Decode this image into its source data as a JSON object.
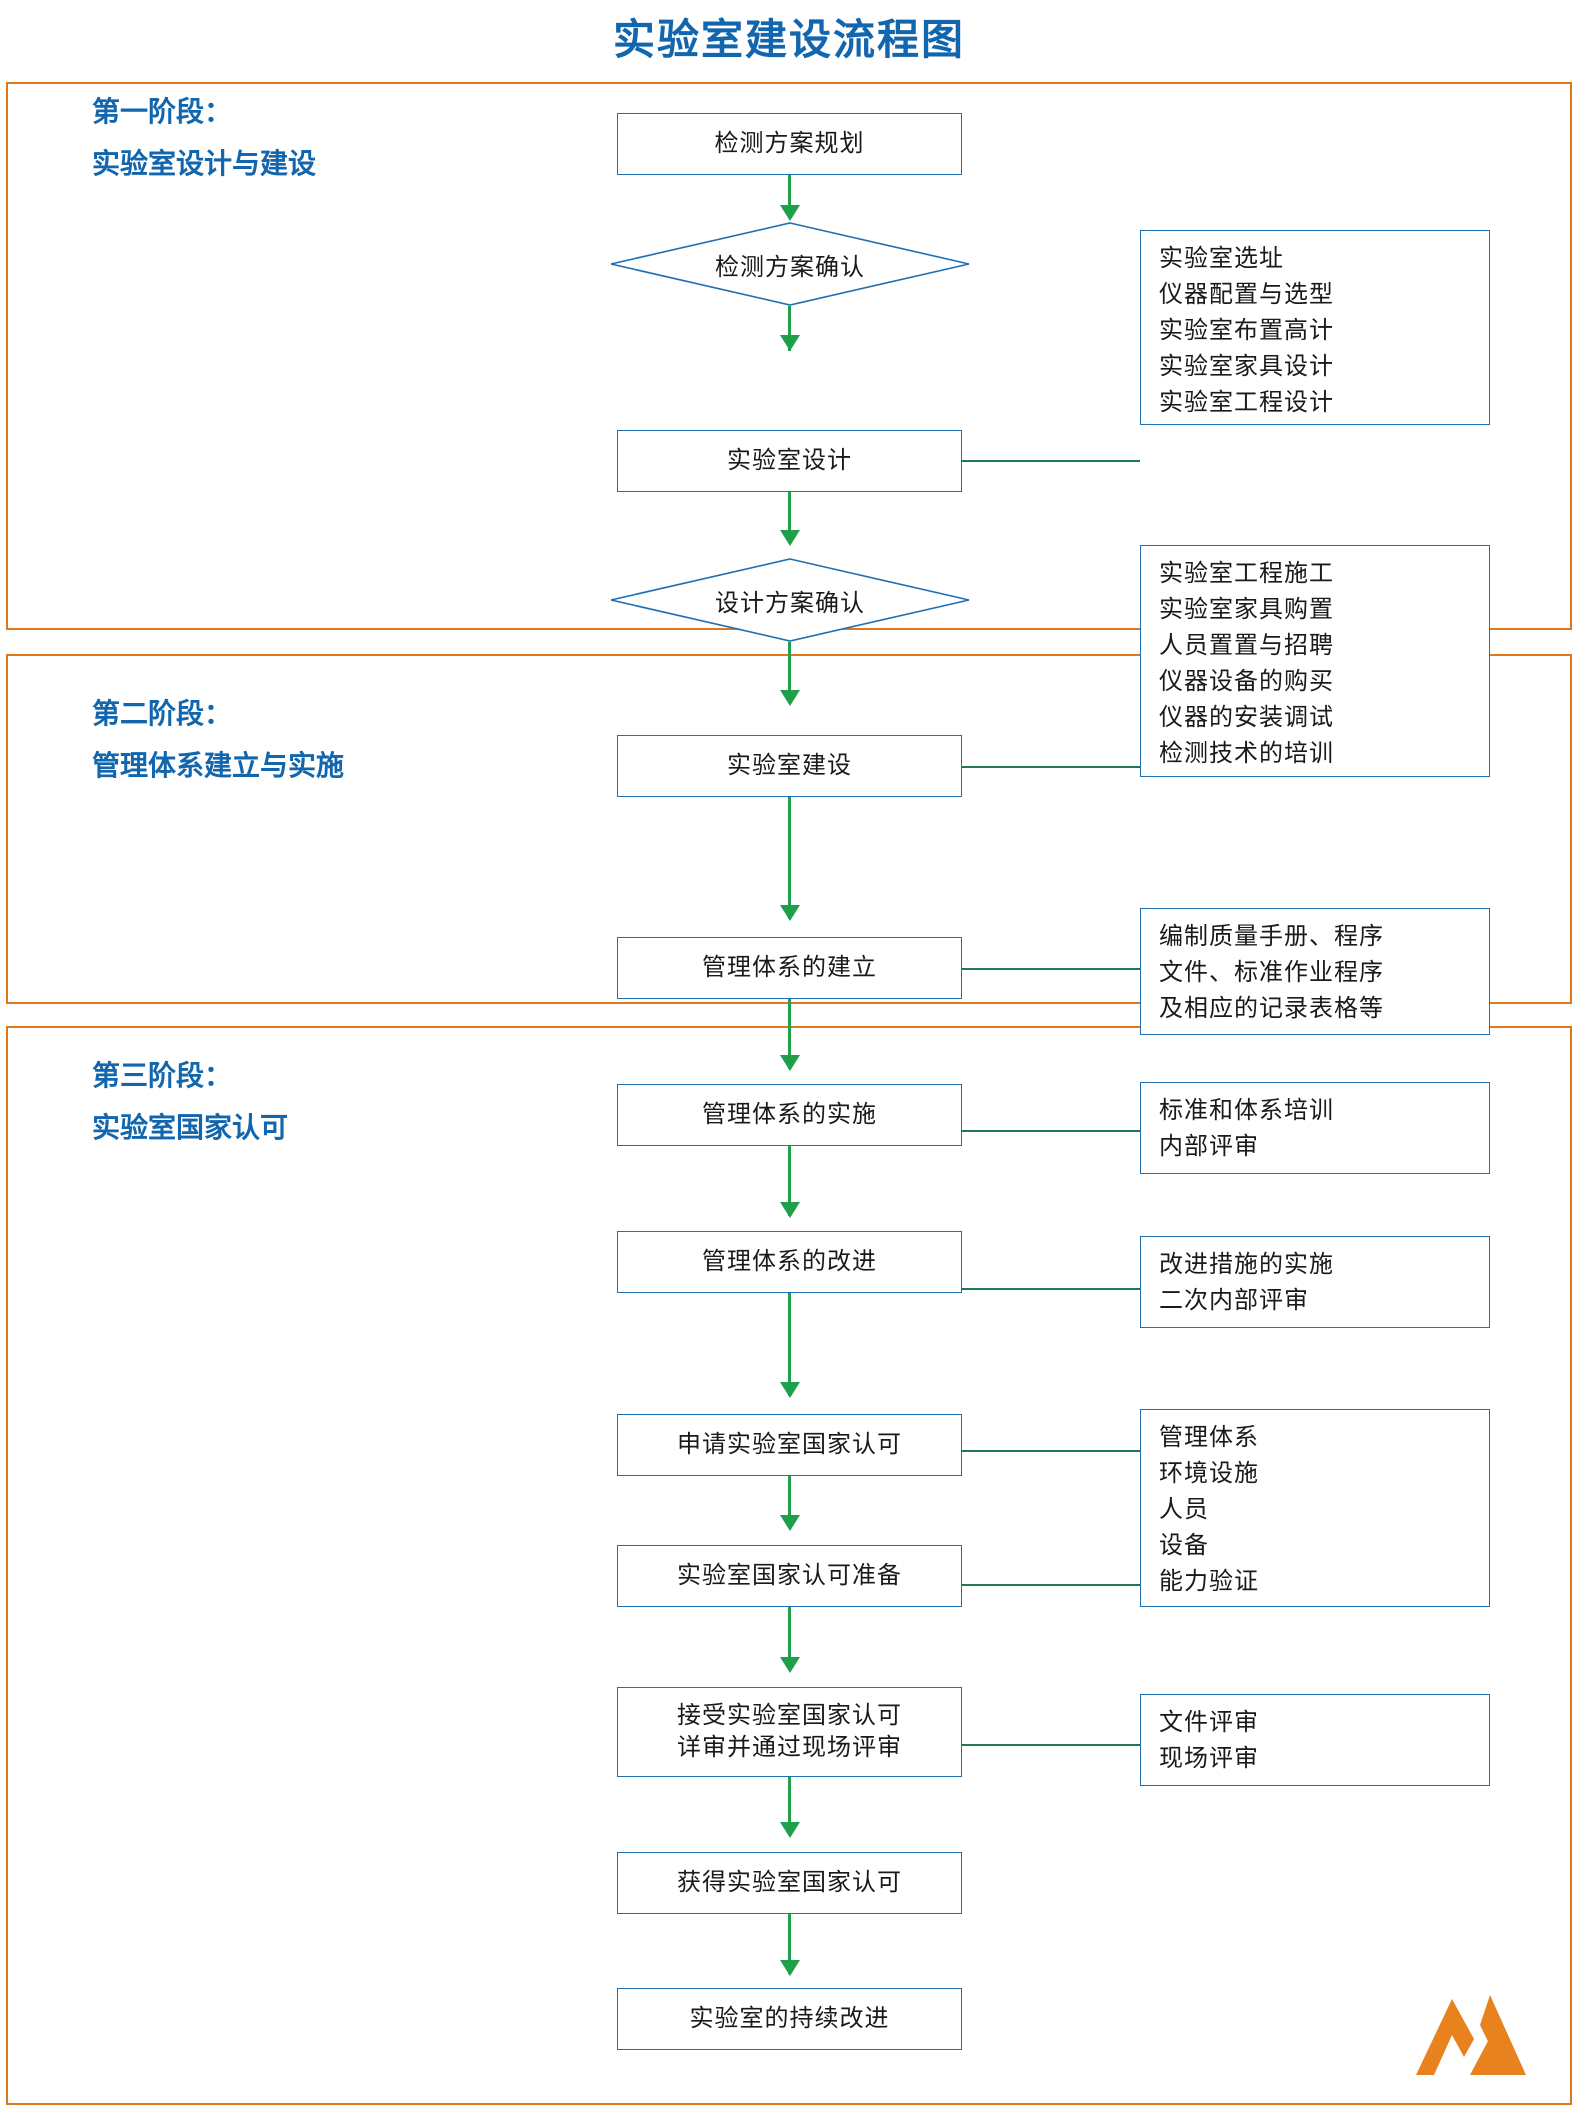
{
  "title": "实验室建设流程图",
  "colors": {
    "title_blue": "#1266AE",
    "frame_orange": "#E2761B",
    "node_border_blue": "#1F6FB2",
    "arrow_green": "#22A04A",
    "connector_green": "#1F7A4D",
    "logo_orange": "#E8821E"
  },
  "stages": [
    {
      "id": "stage-1",
      "label_line1": "第一阶段：",
      "label_line2": "实验室设计与建设"
    },
    {
      "id": "stage-2",
      "label_line1": "第二阶段：",
      "label_line2": "管理体系建立与实施"
    },
    {
      "id": "stage-3",
      "label_line1": "第三阶段：",
      "label_line2": "实验室国家认可"
    }
  ],
  "nodes": {
    "n1": "检测方案规划",
    "n2": "检测方案确认",
    "n3": "实验室设计",
    "n4": "设计方案确认",
    "n5": "实验室建设",
    "n6": "管理体系的建立",
    "n7": "管理体系的实施",
    "n8": "管理体系的改进",
    "n9": "申请实验室国家认可",
    "n10": "实验室国家认可准备",
    "n11_line1": "接受实验室国家认可",
    "n11_line2": "详审并通过现场评审",
    "n12": "获得实验室国家认可",
    "n13": "实验室的持续改进"
  },
  "notes": {
    "note1": [
      "实验室选址",
      "仪器配置与选型",
      "实验室布置高计",
      "实验室家具设计",
      "实验室工程设计"
    ],
    "note2": [
      "实验室工程施工",
      "实验室家具购置",
      "人员置置与招聘",
      "仪器设备的购买",
      "仪器的安装调试",
      "检测技术的培训"
    ],
    "note3": [
      "编制质量手册、程序",
      "文件、标准作业程序",
      "及相应的记录表格等"
    ],
    "note4": [
      "标准和体系培训",
      "内部评审"
    ],
    "note5": [
      "改进措施的实施",
      "二次内部评审"
    ],
    "note6": [
      "管理体系",
      "环境设施",
      "人员",
      "设备",
      "能力验证"
    ],
    "note7": [
      "文件评审",
      "现场评审"
    ]
  },
  "logo": {
    "name": "mountain-m-logo"
  }
}
